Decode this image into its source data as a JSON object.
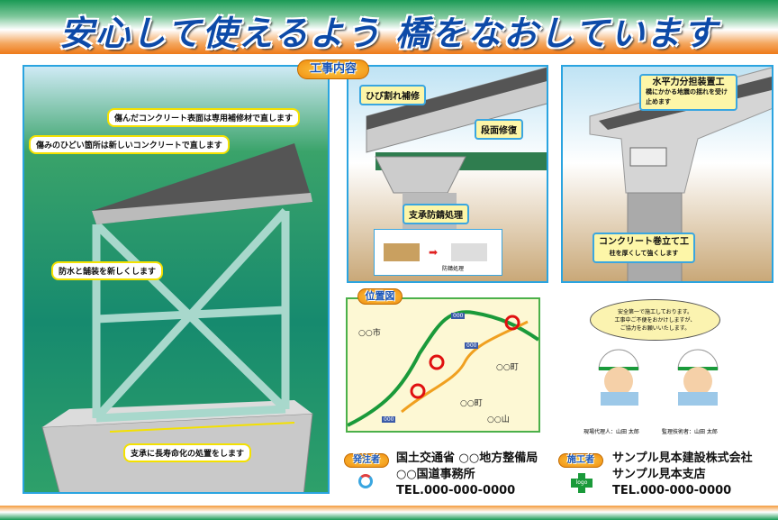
{
  "title": "安心して使えるよう 橋をなおしています",
  "section_badge": "工事内容",
  "main_panel": {
    "callouts": [
      "傷んだコンクリート表面は専用補修材で直します",
      "傷みのひどい箇所は新しいコンクリートで直します",
      "防水と舗装を新しくします",
      "支承に長寿命化の処置をします"
    ]
  },
  "panel2": {
    "callouts": [
      "ひび割れ補修",
      "段面修復",
      "支承防錆処理"
    ],
    "inset_label": "防錆処理"
  },
  "panel3": {
    "callout1_title": "水平力分担装置工",
    "callout1_text": "橋にかかる地震の揺れを受け止めます",
    "callout2_title": "コンクリート巻立て工",
    "callout2_text": "柱を厚くして強くします"
  },
  "map": {
    "badge": "位置図",
    "labels": [
      "○○市",
      "○○町",
      "○○町",
      "○○山"
    ],
    "route_labels": [
      "000",
      "000",
      "000"
    ]
  },
  "workers": {
    "speech": [
      "安全第一で施工しております。",
      "工事中ご不便をおかけしますが、",
      "ご協力をお願いいたします。"
    ],
    "names": [
      "現場代理人：山田 太郎",
      "監理技術者：山田 太郎"
    ]
  },
  "orderer": {
    "badge": "発注者",
    "lines": [
      "国土交通省 ○○地方整備局",
      "○○国道事務所",
      "TEL.000-000-0000"
    ]
  },
  "contractor": {
    "badge": "施工者",
    "logo": "logo",
    "lines": [
      "サンプル見本建設株式会社",
      "サンプル見本支店",
      "TEL.000-000-0000"
    ]
  },
  "colors": {
    "title": "#0d4aa8",
    "accent_orange": "#f08c10",
    "green": "#1a9a55",
    "panel_border": "#2aa4e0"
  }
}
